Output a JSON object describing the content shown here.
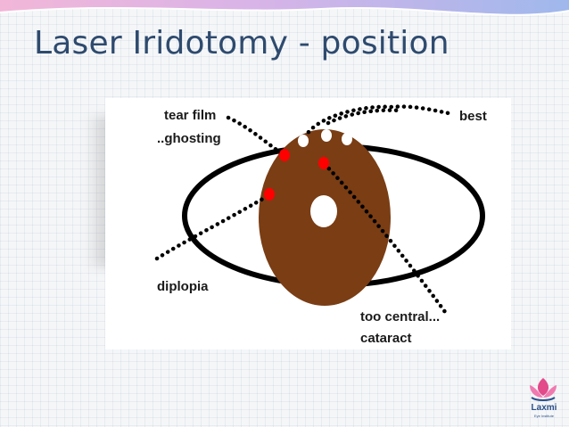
{
  "slide": {
    "title": "Laser Iridotomy - position"
  },
  "diagram": {
    "labels": {
      "tear_film": "tear film",
      "ghosting": "..ghosting",
      "best": "best",
      "diplopia": "diplopia",
      "too_central": "too central...",
      "cataract": "cataract"
    },
    "colors": {
      "iris": "#7a3d14",
      "eyelid_outline": "#000000",
      "best_spot": "#ffffff",
      "problem_spot": "#ff0000",
      "pupil": "#ffffff",
      "dotted_line": "#000000"
    }
  },
  "logo": {
    "name": "Laxmi",
    "subtitle": "Eye Institute"
  }
}
